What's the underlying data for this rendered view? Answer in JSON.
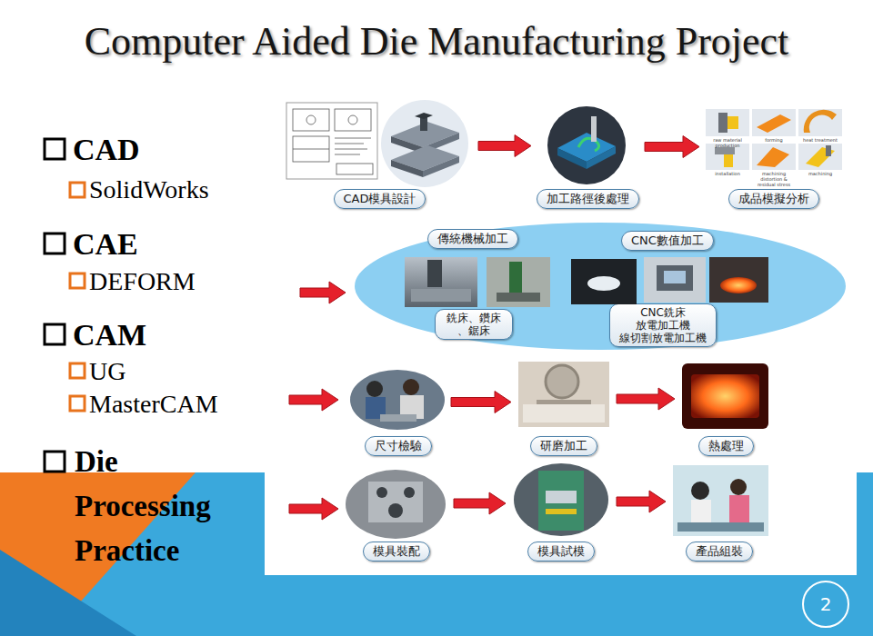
{
  "diagram": {
    "title": "Computer Aided Die Manufacturing Project",
    "nodes": [
      {
        "text": [
          "CAD模具設計"
        ]
      },
      {
        "text": [
          "加工路徑後處理"
        ]
      },
      {
        "text": [
          "成品模擬分析"
        ]
      },
      {
        "text": []
      },
      {
        "text": [
          "傳統機械加工"
        ],
        "in": 3
      },
      {
        "text": [
          "CNC數值加工"
        ],
        "in": 3
      },
      {
        "text": [
          "銑床、鑽床 、鋸床"
        ],
        "in": 3
      },
      {
        "text": [
          "CNC銑床 放電加工機 線切割放電加工機"
        ],
        "in": 3
      },
      {
        "text": [
          "尺寸檢驗"
        ]
      },
      {
        "text": [
          "研磨加工"
        ]
      },
      {
        "text": [
          "熱處理"
        ]
      },
      {
        "text": [
          "模具裝配"
        ]
      },
      {
        "text": [
          "模具試模"
        ]
      },
      {
        "text": [
          "產品組裝"
        ]
      },
      {
        "text": [
          "2"
        ]
      }
    ],
    "edges": [
      {
        "from": 0,
        "to": 1,
        "arrow": "to"
      },
      {
        "from": 1,
        "to": 2,
        "arrow": "to"
      },
      {
        "from": 8,
        "to": 9,
        "arrow": "to"
      },
      {
        "from": 9,
        "to": 10,
        "arrow": "to"
      },
      {
        "from": 11,
        "to": 12,
        "arrow": "to"
      },
      {
        "from": 12,
        "to": 13,
        "arrow": "to"
      }
    ],
    "labels": [
      "CAD",
      "SolidWorks",
      "CAE",
      "DEFORM",
      "CAM",
      "UG",
      "MasterCAM",
      "Die Processing Practice",
      "raw material production",
      "forming",
      "heat treatment",
      "installation",
      "machining distortion & residual stress",
      "machining"
    ]
  }
}
